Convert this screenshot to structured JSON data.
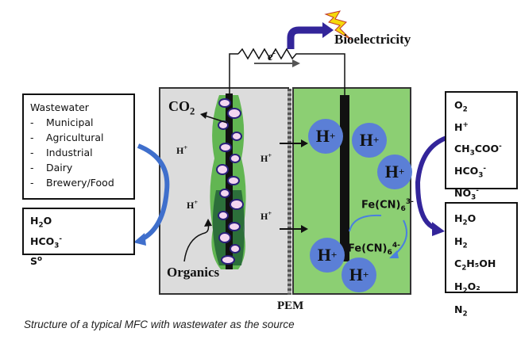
{
  "title": "Structure of a typical MFC with wastewater as the source",
  "top": {
    "output_label": "Bioelectricity",
    "electron_label": "e",
    "electron_charge": "-"
  },
  "wastewater_box": {
    "heading": "Wastewater",
    "items": [
      "Municipal",
      "Agricultural",
      "Industrial",
      "Dairy",
      "Brewery/Food"
    ],
    "dash": "-"
  },
  "anode_products_box": {
    "items": [
      {
        "base": "H",
        "sub": "2",
        "rest": "O",
        "sup": ""
      },
      {
        "base": "HCO",
        "sub": "3",
        "rest": "",
        "sup": "-"
      },
      {
        "base": "S",
        "sub": "",
        "rest": "",
        "sup": "o"
      }
    ]
  },
  "cathode_inputs_box": {
    "items": [
      {
        "base": "O",
        "sub": "2",
        "rest": "",
        "sup": ""
      },
      {
        "base": "H",
        "sub": "",
        "rest": "",
        "sup": "+"
      },
      {
        "base": "CH",
        "sub": "3",
        "rest": "COO",
        "sup": "-"
      },
      {
        "base": "HCO",
        "sub": "3",
        "rest": "",
        "sup": "-"
      },
      {
        "base": "NO",
        "sub": "3",
        "rest": "",
        "sup": "-"
      }
    ]
  },
  "cathode_products_box": {
    "items": [
      {
        "base": "H",
        "sub": "2",
        "rest": "O",
        "sup": ""
      },
      {
        "base": "H",
        "sub": "2",
        "rest": "",
        "sup": ""
      },
      {
        "base": "C",
        "sub": "2",
        "rest": "H₅OH",
        "sup": ""
      },
      {
        "base": "H",
        "sub": "2",
        "rest": "O₂",
        "sup": ""
      },
      {
        "base": "N",
        "sub": "2",
        "rest": "",
        "sup": ""
      }
    ]
  },
  "anode_chamber": {
    "co2_label": "CO",
    "co2_sub": "2",
    "organics_label": "Organics",
    "proton_labels": [
      "H",
      "H",
      "H",
      "H"
    ],
    "proton_charge": "+"
  },
  "cathode_chamber": {
    "ion_label": "H",
    "ion_charge": "+",
    "mediator_ox": {
      "base": "Fe(CN)",
      "sub": "6",
      "sup": "3-"
    },
    "mediator_red": {
      "base": "Fe(CN)",
      "sub": "6",
      "sup": "4-"
    }
  },
  "membrane_label": "PEM",
  "colors": {
    "anode_bg": "#dcdcdc",
    "cathode_bg": "#8ccf73",
    "ion_blue": "#5b7fd6",
    "arrow_blue": "#3f6fcc",
    "arrow_purple": "#33259a",
    "bolt_yellow": "#f5d90a"
  }
}
